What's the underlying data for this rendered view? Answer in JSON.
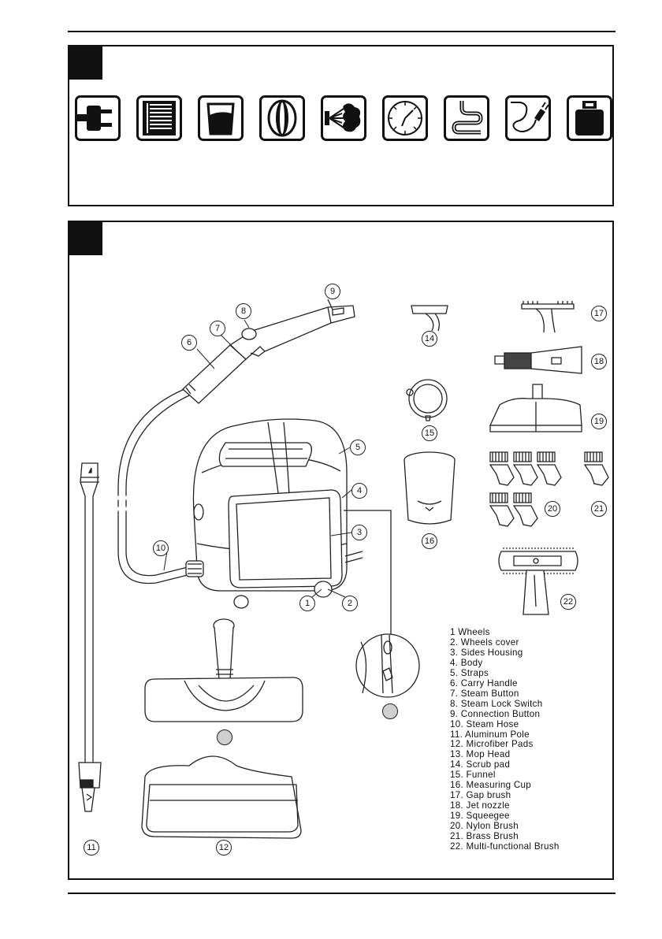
{
  "spec_icons": [
    {
      "name": "plug-icon"
    },
    {
      "name": "heater-coil-icon"
    },
    {
      "name": "water-tank-icon"
    },
    {
      "name": "boiler-icon"
    },
    {
      "name": "steam-output-icon"
    },
    {
      "name": "heat-up-time-icon"
    },
    {
      "name": "hose-icon"
    },
    {
      "name": "power-cord-icon"
    },
    {
      "name": "weight-icon"
    }
  ],
  "callouts": {
    "c1": "1",
    "c2": "2",
    "c3": "3",
    "c4": "4",
    "c5": "5",
    "c6": "6",
    "c7": "7",
    "c8": "8",
    "c9": "9",
    "c10": "10",
    "c11": "11",
    "c12": "12",
    "c14": "14",
    "c15": "15",
    "c16": "16",
    "c17": "17",
    "c18": "18",
    "c19": "19",
    "c20": "20",
    "c21": "21",
    "c22": "22"
  },
  "legend": [
    "1  Wheels",
    "2. Wheels cover",
    "3. Sides Housing",
    "4. Body",
    "5. Straps",
    "6. Carry Handle",
    "7. Steam Button",
    "8. Steam Lock Switch",
    "9. Connection Button",
    "10. Steam Hose",
    "11. Aluminum Pole",
    "12. Microfiber Pads",
    "13. Mop Head",
    "14. Scrub pad",
    "15. Funnel",
    "16. Measuring Cup",
    "17. Gap brush",
    "18. Jet nozzle",
    "19. Squeegee",
    "20. Nylon Brush",
    "21. Brass Brush",
    "22. Multi-functional Brush"
  ]
}
